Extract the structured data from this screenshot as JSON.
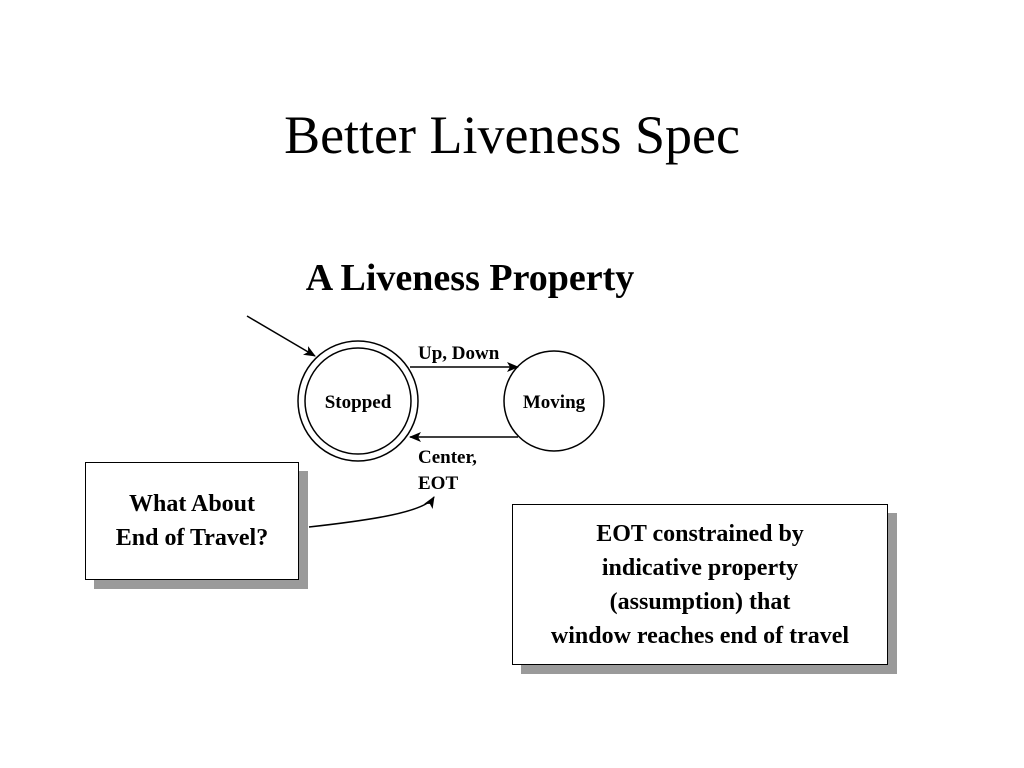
{
  "slide": {
    "title": "Better Liveness Spec",
    "subtitle": "A Liveness Property"
  },
  "diagram": {
    "states": [
      {
        "id": "stopped",
        "label": "Stopped",
        "initial": true,
        "double_circle": true
      },
      {
        "id": "moving",
        "label": "Moving"
      }
    ],
    "transitions": [
      {
        "from": "stopped",
        "to": "moving",
        "label": "Up, Down"
      },
      {
        "from": "moving",
        "to": "stopped",
        "label_lines": [
          "Center,",
          "EOT"
        ]
      }
    ]
  },
  "callouts": {
    "end_of_travel": {
      "lines": [
        "What About",
        "End of Travel?"
      ]
    },
    "eot_constraint": {
      "lines": [
        "EOT constrained by",
        "indicative property",
        "(assumption) that",
        "window reaches end of travel"
      ]
    }
  },
  "colors": {
    "background": "#ffffff",
    "foreground": "#000000",
    "shadow": "#9a9a9a"
  }
}
